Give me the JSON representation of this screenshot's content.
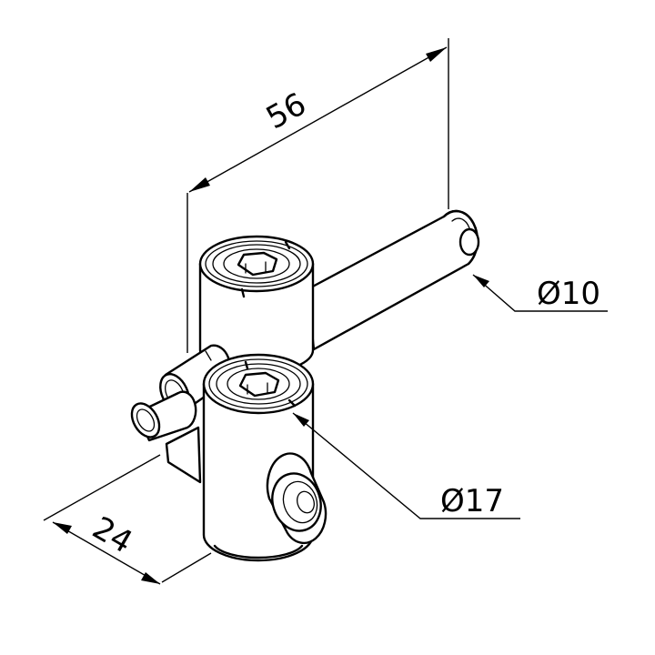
{
  "dimensions": {
    "length": "56",
    "width": "24",
    "rod_diameter": "Ø10",
    "clamp_diameter": "Ø17"
  },
  "colors": {
    "line": "#000000",
    "background": "#ffffff"
  }
}
